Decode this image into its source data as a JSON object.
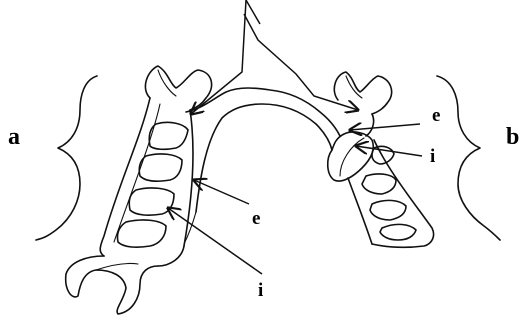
{
  "labels": {
    "side_left": "a",
    "side_right": "b",
    "e_left": "e",
    "e_right": "e",
    "i_left": "i",
    "i_right": "i"
  }
}
